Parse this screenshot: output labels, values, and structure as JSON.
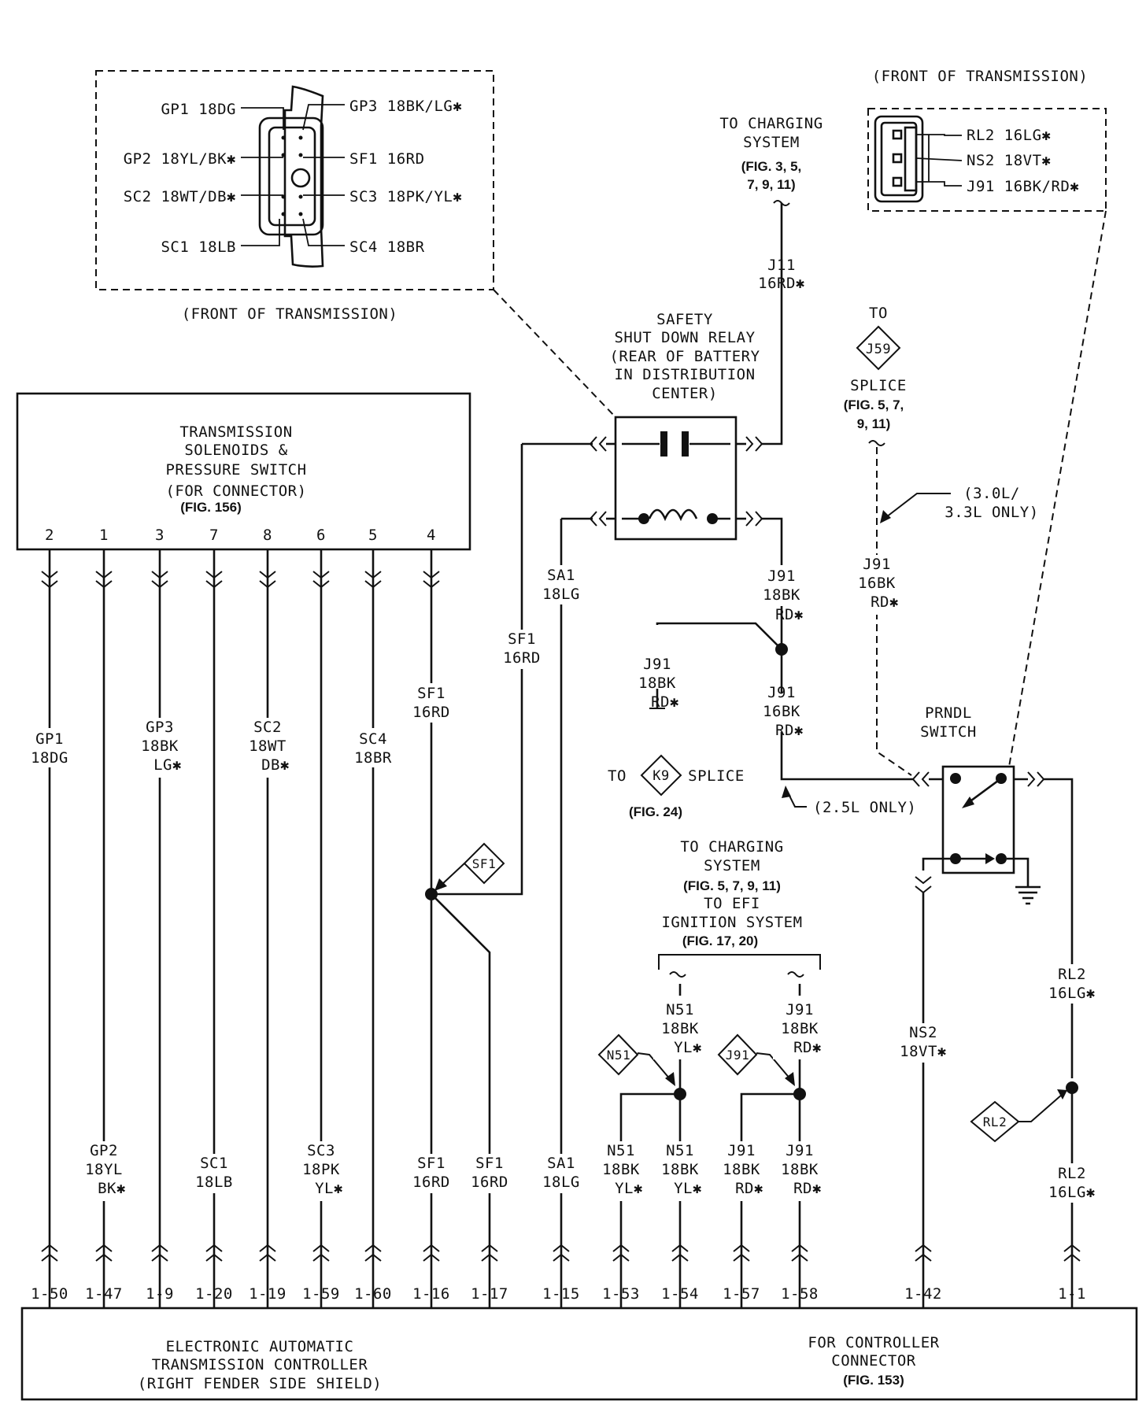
{
  "connector_left": {
    "pins": [
      {
        "label": "GP1 18DG",
        "side": "left"
      },
      {
        "label": "GP2 18YL/BK✱",
        "side": "left"
      },
      {
        "label": "SC2 18WT/DB✱",
        "side": "left"
      },
      {
        "label": "SC1 18LB",
        "side": "left"
      },
      {
        "label": "GP3 18BK/LG✱",
        "side": "right"
      },
      {
        "label": "SF1 16RD",
        "side": "right"
      },
      {
        "label": "SC3 18PK/YL✱",
        "side": "right"
      },
      {
        "label": "SC4 18BR",
        "side": "right"
      }
    ],
    "caption": "(FRONT OF TRANSMISSION)"
  },
  "connector_right": {
    "caption": "(FRONT OF TRANSMISSION)",
    "pins": [
      "RL2 16LG✱",
      "NS2 18VT✱",
      "J91 16BK/RD✱"
    ]
  },
  "solenoid_box": {
    "lines": [
      "TRANSMISSION",
      "SOLENOIDS &",
      "PRESSURE SWITCH",
      "(FOR CONNECTOR)"
    ],
    "fig": "(FIG. 156)",
    "pins": [
      "2",
      "1",
      "3",
      "7",
      "8",
      "6",
      "5",
      "4"
    ]
  },
  "relay": {
    "lines": [
      "SAFETY",
      "SHUT DOWN RELAY",
      "(REAR OF BATTERY",
      "IN DISTRIBUTION",
      "CENTER)"
    ]
  },
  "charging_top": {
    "lines": [
      "TO CHARGING",
      "SYSTEM"
    ],
    "fig1": "(FIG. 3, 5,",
    "fig2": "7, 9, 11)"
  },
  "j11": {
    "name": "J11",
    "gauge": "16RD✱"
  },
  "j59": {
    "to": "TO",
    "id": "J59",
    "splice": "SPLICE",
    "fig1": "(FIG. 5, 7,",
    "fig2": "9, 11)"
  },
  "only_30": [
    "(3.0L/",
    "3.3L ONLY)"
  ],
  "only_25": "(2.5L ONLY)",
  "prndl": [
    "PRNDL",
    "SWITCH"
  ],
  "k9": {
    "to": "TO",
    "id": "K9",
    "splice": "SPLICE",
    "fig": "(FIG. 24)"
  },
  "charging_bottom": {
    "lines": [
      "TO CHARGING",
      "SYSTEM"
    ],
    "fig1": "(FIG. 5, 7, 9, 11)",
    "efi1": "TO EFI",
    "efi2": "IGNITION SYSTEM",
    "fig2": "(FIG. 17, 20)"
  },
  "splice_ids": {
    "sf1": "SF1",
    "n51": "N51",
    "j91": "J91",
    "rl2": "RL2"
  },
  "wire_labels": {
    "sf1_a": [
      "SF1",
      "16RD"
    ],
    "sa1_a": [
      "SA1",
      "18LG"
    ],
    "j91_a": [
      "J91",
      "18BK",
      "RD✱"
    ],
    "j91_b": [
      "J91",
      "18BK",
      "RD✱"
    ],
    "j91_c": [
      "J91",
      "16BK",
      "RD✱"
    ],
    "j91_d": [
      "J91",
      "16BK",
      "RD✱"
    ],
    "gp1": [
      "GP1",
      "18DG"
    ],
    "gp3": [
      "GP3",
      "18BK",
      "LG✱"
    ],
    "sc2": [
      "SC2",
      "18WT",
      "DB✱"
    ],
    "sc4": [
      "SC4",
      "18BR"
    ],
    "sf1_b": [
      "SF1",
      "16RD"
    ],
    "gp2": [
      "GP2",
      "18YL",
      "BK✱"
    ],
    "sc1": [
      "SC1",
      "18LB"
    ],
    "sc3": [
      "SC3",
      "18PK",
      "YL✱"
    ],
    "sf1_c": [
      "SF1",
      "16RD"
    ],
    "sf1_d": [
      "SF1",
      "16RD"
    ],
    "sa1_b": [
      "SA1",
      "18LG"
    ],
    "n51_a": [
      "N51",
      "18BK",
      "YL✱"
    ],
    "n51_b": [
      "N51",
      "18BK",
      "YL✱"
    ],
    "n51_c": [
      "N51",
      "18BK",
      "YL✱"
    ],
    "j91_e": [
      "J91",
      "18BK",
      "RD✱"
    ],
    "j91_f": [
      "J91",
      "18BK",
      "RD✱"
    ],
    "j91_g": [
      "J91",
      "18BK",
      "RD✱"
    ],
    "ns2": [
      "NS2",
      "18VT✱"
    ],
    "rl2_a": [
      "RL2",
      "16LG✱"
    ],
    "rl2_b": [
      "RL2",
      "16LG✱"
    ]
  },
  "controller": {
    "pins": [
      "1-50",
      "1-47",
      "1-9",
      "1-20",
      "1-19",
      "1-59",
      "1-60",
      "1-16",
      "1-17",
      "1-15",
      "1-53",
      "1-54",
      "1-57",
      "1-58",
      "1-42",
      "1-1"
    ],
    "title": [
      "ELECTRONIC AUTOMATIC",
      "TRANSMISSION CONTROLLER",
      "(RIGHT FENDER SIDE SHIELD)"
    ],
    "connector": [
      "FOR CONTROLLER",
      "CONNECTOR"
    ],
    "fig": "(FIG. 153)"
  }
}
